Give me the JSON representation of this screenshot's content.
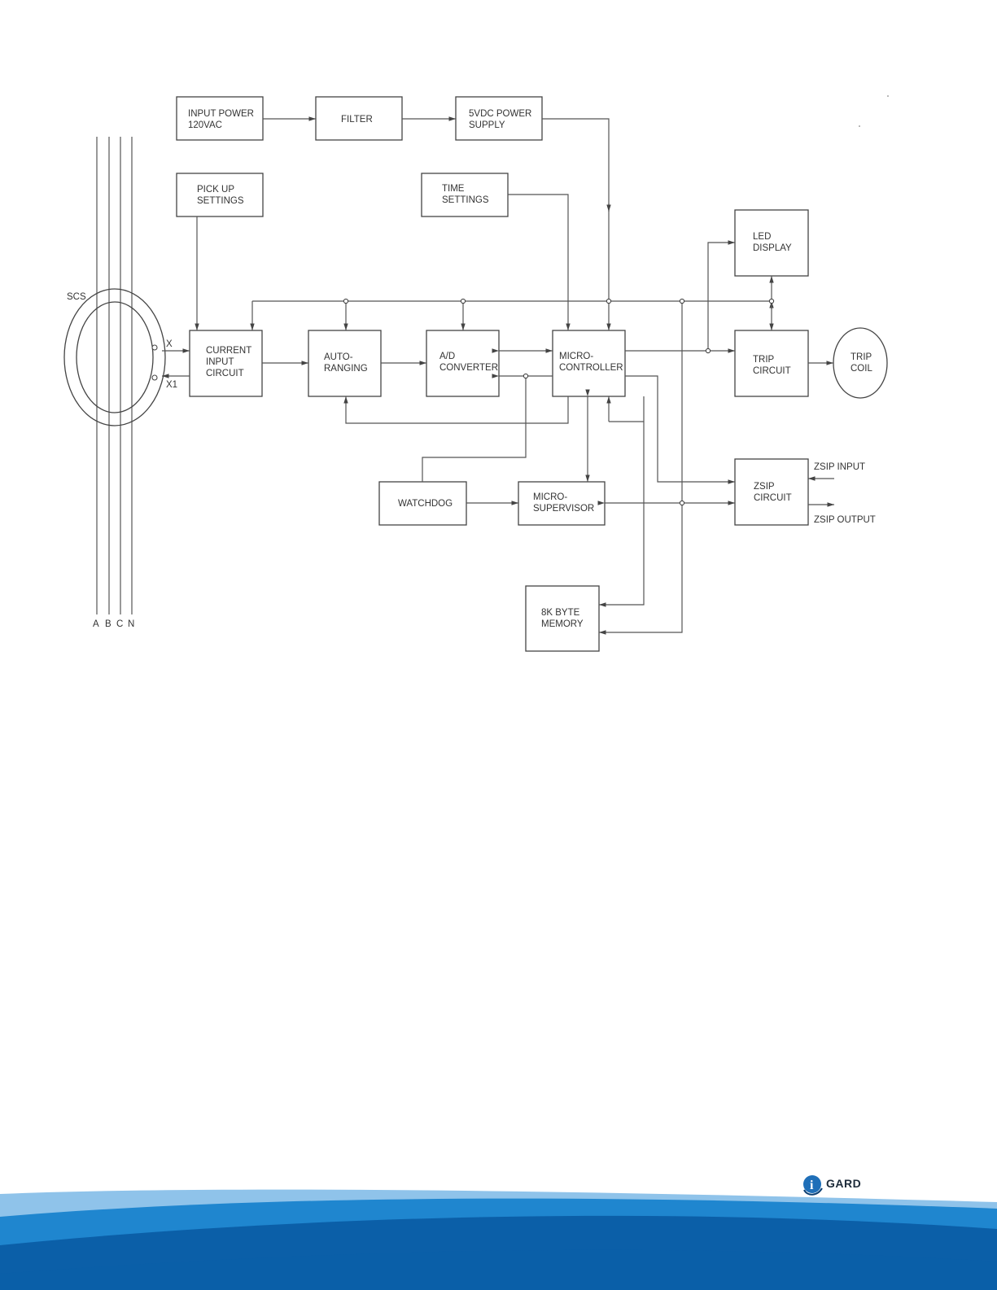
{
  "diagram": {
    "blocks": {
      "input_power": [
        "INPUT POWER",
        "120VAC"
      ],
      "filter": [
        "FILTER"
      ],
      "power_supply": [
        "5VDC POWER",
        "SUPPLY"
      ],
      "pickup": [
        "PICK UP",
        "SETTINGS"
      ],
      "time": [
        "TIME",
        "SETTINGS"
      ],
      "led": [
        "LED",
        "DISPLAY"
      ],
      "current_input": [
        "CURRENT",
        "INPUT",
        "CIRCUIT"
      ],
      "auto_ranging": [
        "AUTO-",
        "RANGING"
      ],
      "ad_converter": [
        "A/D",
        "CONVERTER"
      ],
      "micro_controller": [
        "MICRO-",
        "CONTROLLER"
      ],
      "trip_circuit": [
        "TRIP",
        "CIRCUIT"
      ],
      "trip_coil": [
        "TRIP",
        "COIL"
      ],
      "watchdog": [
        "WATCHDOG"
      ],
      "micro_supervisor": [
        "MICRO-",
        "SUPERVISOR"
      ],
      "zsip_circuit": [
        "ZSIP",
        "CIRCUIT"
      ],
      "memory": [
        "8K BYTE",
        "MEMORY"
      ]
    },
    "labels": {
      "scs": "SCS",
      "x": "X",
      "x1": "X1",
      "zsip_input": "ZSIP INPUT",
      "zsip_output": "ZSIP OUTPUT",
      "phase_a": "A",
      "phase_b": "B",
      "phase_c": "C",
      "phase_n": "N"
    }
  },
  "footer": {
    "logo_text": "GARD",
    "logo_icon": "i",
    "colors": {
      "dark": "#0b5fa8",
      "mid": "#1f86cf",
      "light": "#8fc3ea"
    }
  }
}
